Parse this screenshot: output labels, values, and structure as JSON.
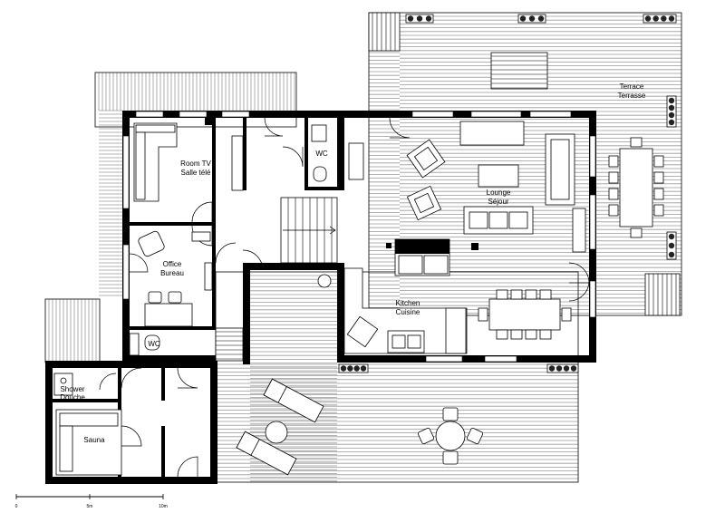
{
  "rooms": {
    "room_tv": {
      "line1": "Room TV",
      "line2": "Salle télé"
    },
    "office": {
      "line1": "Office",
      "line2": "Bureau"
    },
    "wc_upper": {
      "line1": "WC"
    },
    "wc_lower": {
      "line1": "WC"
    },
    "lounge": {
      "line1": "Lounge",
      "line2": "Séjour"
    },
    "kitchen": {
      "line1": "Kitchen",
      "line2": "Cuisine"
    },
    "terrace": {
      "line1": "Terrace",
      "line2": "Terrasse"
    },
    "shower": {
      "line1": "Shower",
      "line2": "Douche"
    },
    "sauna": {
      "line1": "Sauna"
    }
  },
  "scale_bar": {
    "start": "0",
    "mid": "5m",
    "end": "10m"
  },
  "colors": {
    "wall": "#000000",
    "decking": "#9a9a9a",
    "background": "#ffffff"
  }
}
